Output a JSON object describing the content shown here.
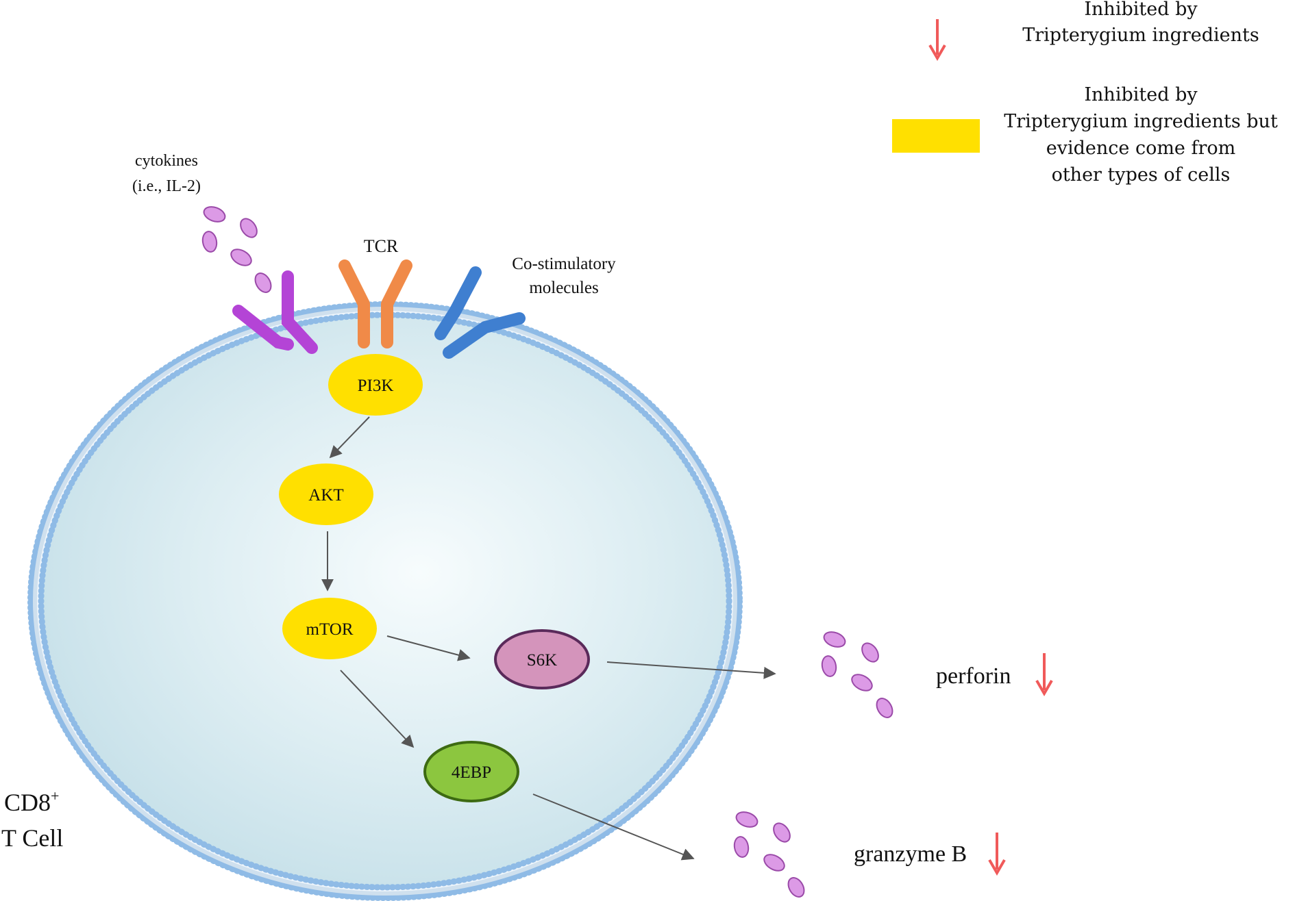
{
  "legend": {
    "arrow_line1": "Inhibited by",
    "arrow_line2": "Tripterygium ingredients",
    "box_line1": "Inhibited by",
    "box_line2": "Tripterygium ingredients but",
    "box_line3": "evidence come from",
    "box_line4": "other types of cells"
  },
  "receptors": {
    "cytokines_line1": "cytokines",
    "cytokines_line2": "(i.e., IL-2)",
    "tcr": "TCR",
    "costim_line1": "Co-stimulatory",
    "costim_line2": "molecules"
  },
  "nodes": {
    "pi3k": "PI3K",
    "akt": "AKT",
    "mtor": "mTOR",
    "s6k": "S6K",
    "ebp4": "4EBP"
  },
  "outputs": {
    "perforin": "perforin",
    "granzyme": "granzyme B"
  },
  "cell": {
    "label_line1": "CD8",
    "label_sup": "+",
    "label_line2": "T Cell"
  },
  "colors": {
    "inhibition_arrow": "#f05a5a",
    "highlight_yellow": "#ffe000",
    "cytokine_receptor": "#b444d6",
    "tcr": "#f08a48",
    "costim": "#3f7fd0",
    "s6k_fill": "#d494bb",
    "s6k_stroke": "#5a2a5a",
    "ebp4_fill": "#8cc63f",
    "ebp4_stroke": "#3d6a12",
    "membrane": "#8fbbe6",
    "cytoplasm": "#d4e9ef",
    "particle_fill": "#dc9ae6",
    "particle_stroke": "#9a4aa8"
  }
}
